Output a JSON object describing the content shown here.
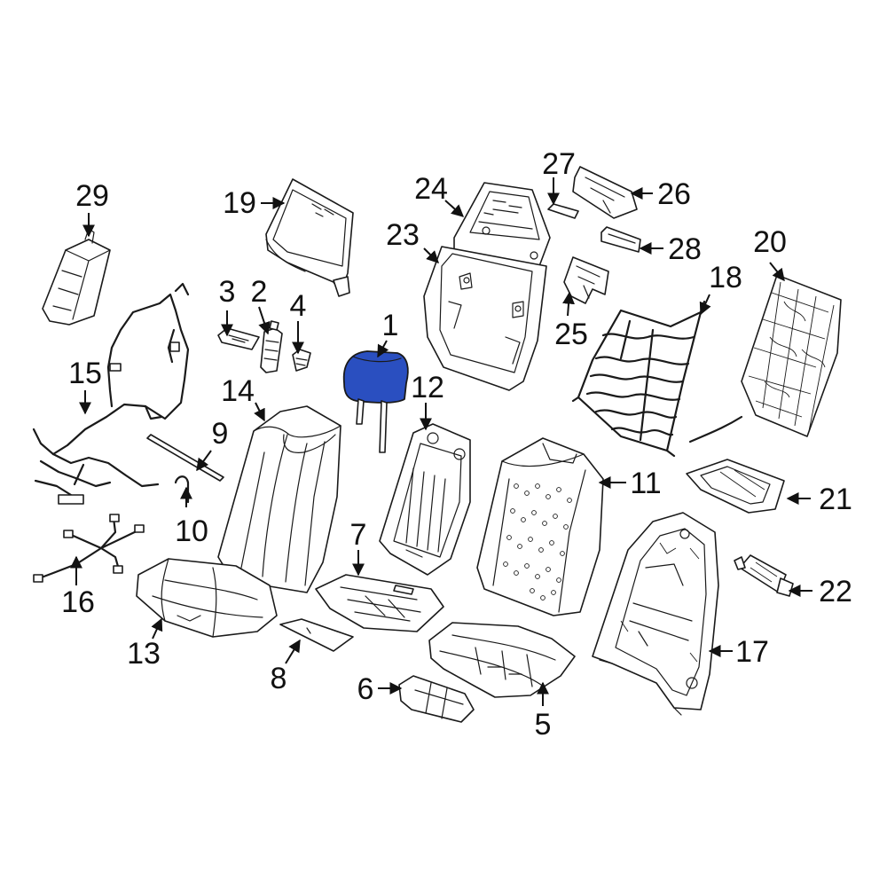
{
  "diagram": {
    "highlight_color": "#2a4fc0",
    "highlighted_part": "1",
    "labels": {
      "p1": "1",
      "p2": "2",
      "p3": "3",
      "p4": "4",
      "p5": "5",
      "p6": "6",
      "p7": "7",
      "p8": "8",
      "p9": "9",
      "p10": "10",
      "p11": "11",
      "p12": "12",
      "p13": "13",
      "p14": "14",
      "p15": "15",
      "p16": "16",
      "p17": "17",
      "p18": "18",
      "p19": "19",
      "p20": "20",
      "p21": "21",
      "p22": "22",
      "p23": "23",
      "p24": "24",
      "p25": "25",
      "p26": "26",
      "p27": "27",
      "p28": "28",
      "p29": "29"
    }
  }
}
